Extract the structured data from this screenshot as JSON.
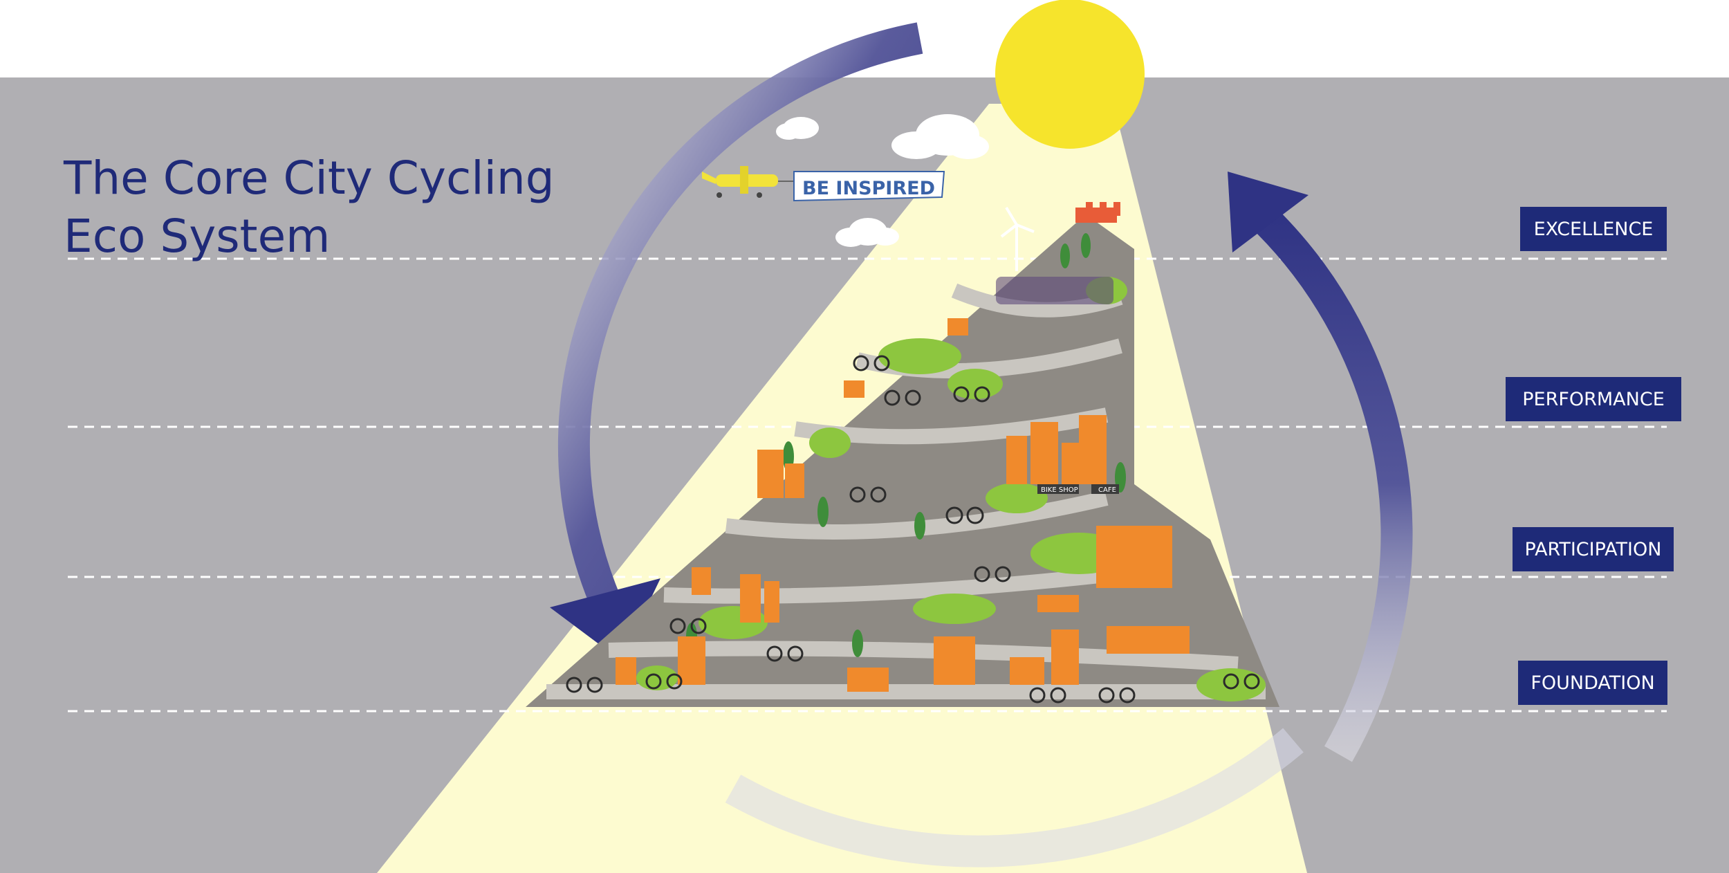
{
  "title": {
    "line1": "The Core City Cycling",
    "line2": "Eco System"
  },
  "banner": "BE INSPIRED",
  "levels": [
    {
      "label": "EXCELLENCE"
    },
    {
      "label": "PERFORMANCE"
    },
    {
      "label": "PARTICIPATION"
    },
    {
      "label": "FOUNDATION"
    }
  ],
  "signs": {
    "bike_shop": "BIKE SHOP",
    "cafe": "CAFE"
  },
  "colors": {
    "background_band": "#b0afb3",
    "title_blue": "#1f2a78",
    "badge_blue": "#1e2a78",
    "sun_yellow": "#f6e42c",
    "light_beam": "#fdfbd0",
    "arrow_blue": "#2f3384",
    "hill_gray": "#8e8a84",
    "building_orange": "#f08a2c",
    "foliage_green": "#8dc63f"
  },
  "icons": [
    "sun-icon",
    "cloud-icon",
    "airplane-icon",
    "cycle-arrow-icon",
    "wind-turbine-icon",
    "cyclist-icon"
  ]
}
